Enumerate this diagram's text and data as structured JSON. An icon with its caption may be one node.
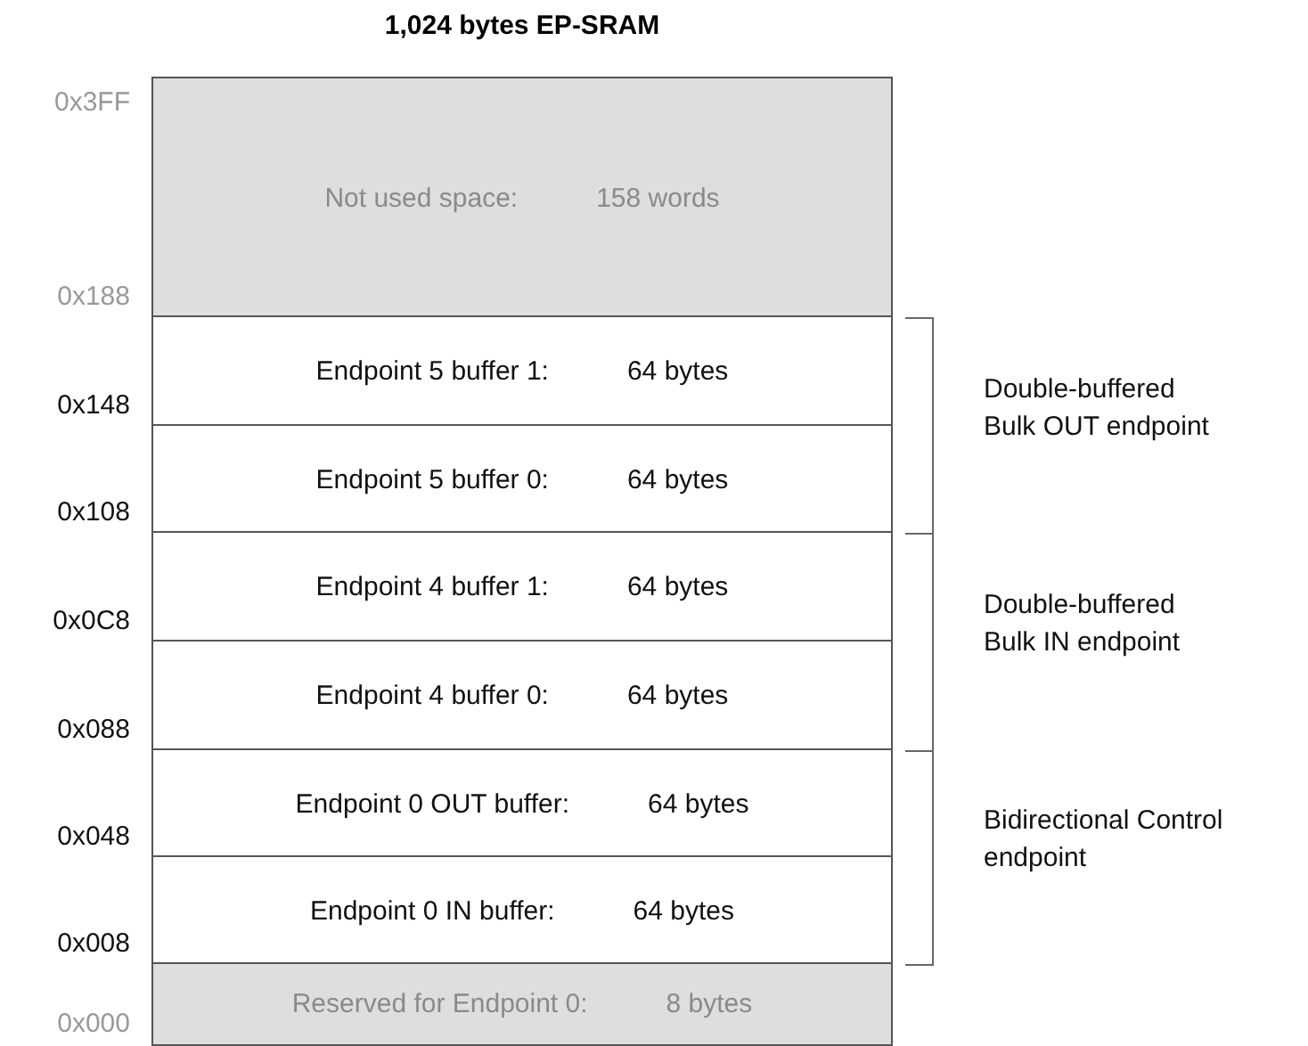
{
  "diagram": {
    "title": "1,024 bytes EP-SRAM",
    "nodes": [
      {
        "text": [
          "Not used space:",
          "158 words"
        ]
      },
      {
        "text": [
          "Endpoint 5 buffer 1:",
          "64 bytes"
        ]
      },
      {
        "text": [
          "Endpoint 5 buffer 0:",
          "64 bytes"
        ]
      },
      {
        "text": [
          "Endpoint 4 buffer 1:",
          "64 bytes"
        ]
      },
      {
        "text": [
          "Endpoint 4 buffer 0:",
          "64 bytes"
        ]
      },
      {
        "text": [
          "Endpoint 0 OUT buffer:",
          "64 bytes"
        ]
      },
      {
        "text": [
          "Endpoint 0 IN buffer:",
          "64 bytes"
        ]
      },
      {
        "text": [
          "Reserved for Endpoint 0:",
          "8 bytes"
        ]
      }
    ],
    "labels": [
      "0x3FF",
      "0x188",
      "0x148",
      "Double-buffered Bulk OUT endpoint",
      "0x108",
      "0x0C8",
      "Double-buffered Bulk IN endpoint",
      "0x088",
      "0x048",
      "Bidirectional Control endpoint",
      "0x008",
      "0x000"
    ]
  }
}
